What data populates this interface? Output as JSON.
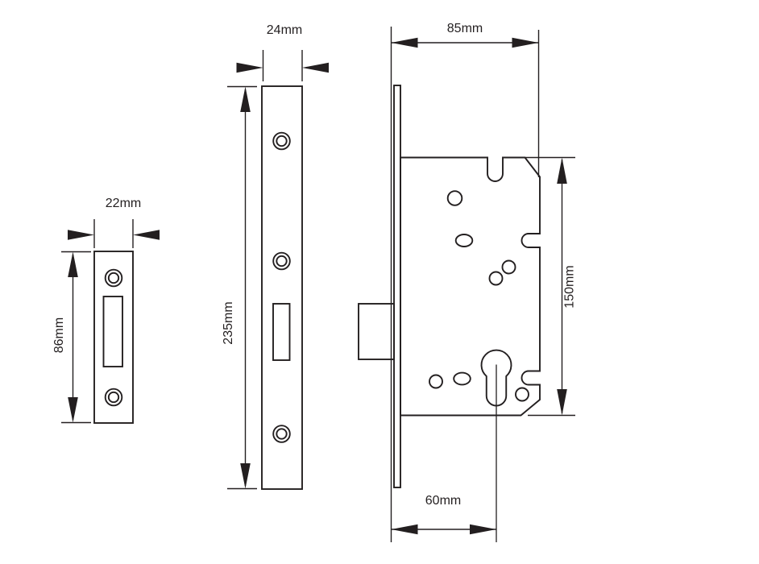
{
  "colors": {
    "line": "#231f20",
    "background": "#ffffff"
  },
  "views": [
    {
      "id": "strike-plate",
      "labels": {
        "width": "22mm",
        "height": "86mm"
      }
    },
    {
      "id": "faceplate",
      "labels": {
        "width": "24mm",
        "height": "235mm"
      }
    },
    {
      "id": "lock-case",
      "labels": {
        "width": "85mm",
        "height": "150mm",
        "backset": "60mm"
      }
    }
  ]
}
